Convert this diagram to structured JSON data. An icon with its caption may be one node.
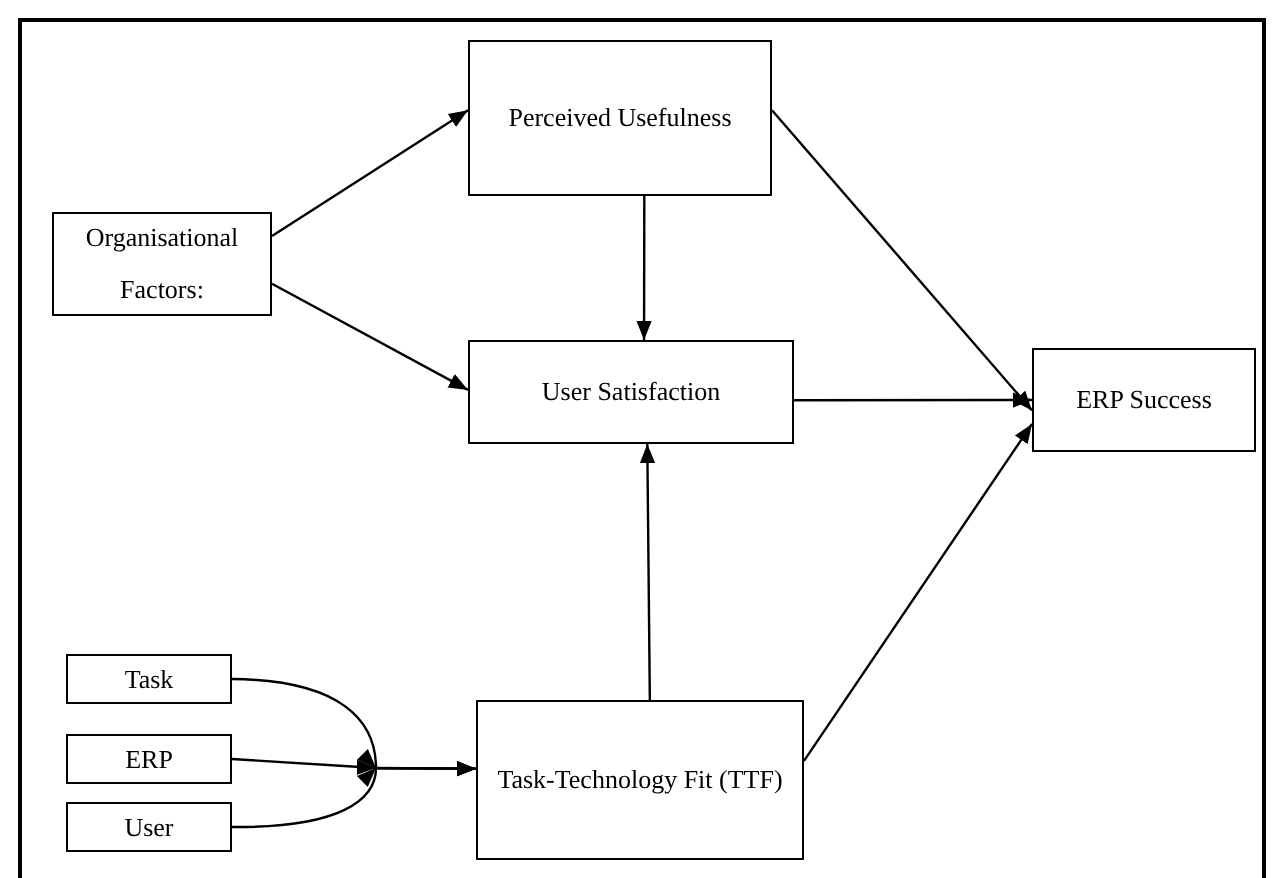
{
  "diagram": {
    "nodes": [
      {
        "text": [
          "Organisational Factors:"
        ]
      },
      {
        "text": [
          "Perceived Usefulness"
        ]
      },
      {
        "text": [
          "User Satisfaction"
        ]
      },
      {
        "text": [
          "ERP Success"
        ]
      },
      {
        "text": [
          "Task"
        ]
      },
      {
        "text": [
          "ERP"
        ]
      },
      {
        "text": [
          "User"
        ]
      },
      {
        "text": [
          "Task-Technology Fit (TTF)"
        ]
      }
    ],
    "edges": [
      {
        "from": 0,
        "to": 1,
        "arrow": "to"
      },
      {
        "from": 0,
        "to": 2,
        "arrow": "to"
      },
      {
        "from": 1,
        "to": 2,
        "arrow": "to"
      },
      {
        "from": 1,
        "to": 3,
        "arrow": "to"
      },
      {
        "from": 2,
        "to": 3,
        "arrow": "to"
      },
      {
        "from": 7,
        "to": 2,
        "arrow": "to"
      },
      {
        "from": 7,
        "to": 3,
        "arrow": "to"
      },
      {
        "from": 4,
        "to": 7,
        "arrow": "to"
      },
      {
        "from": 5,
        "to": 7,
        "arrow": "to"
      },
      {
        "from": 6,
        "to": 7,
        "arrow": "to"
      }
    ]
  }
}
